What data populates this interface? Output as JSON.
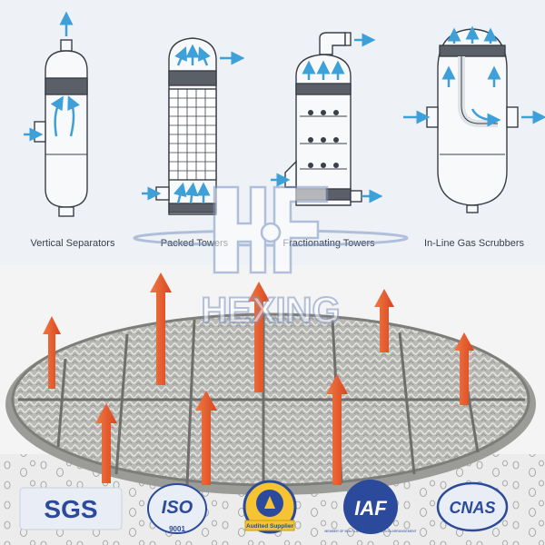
{
  "diagram": {
    "equipment_labels": [
      "Vertical Separators",
      "Packed Towers",
      "Fractionating Towers",
      "In-Line Gas Scrubbers"
    ]
  },
  "watermark": {
    "text": "HEXING"
  },
  "certifications": [
    {
      "name": "SGS",
      "label": "SGS"
    },
    {
      "name": "ISO 9001",
      "label": "ISO",
      "sub": "9001"
    },
    {
      "name": "Audited Supplier",
      "label": "Audited Supplier"
    },
    {
      "name": "IAF",
      "label": "IAF",
      "sub": "MEMBER OF MULTILATERAL RECOGNITION ARRANGEMENT"
    },
    {
      "name": "CNAS",
      "label": "CNAS"
    }
  ],
  "colors": {
    "arrow_blue": "#3ea0d8",
    "arrow_red": "#e8562a",
    "badge_blue": "#2b4a9c",
    "watermark_blue": "#7d95c2",
    "panel_bg": "#eef2f6",
    "outline": "#3a3f47"
  }
}
